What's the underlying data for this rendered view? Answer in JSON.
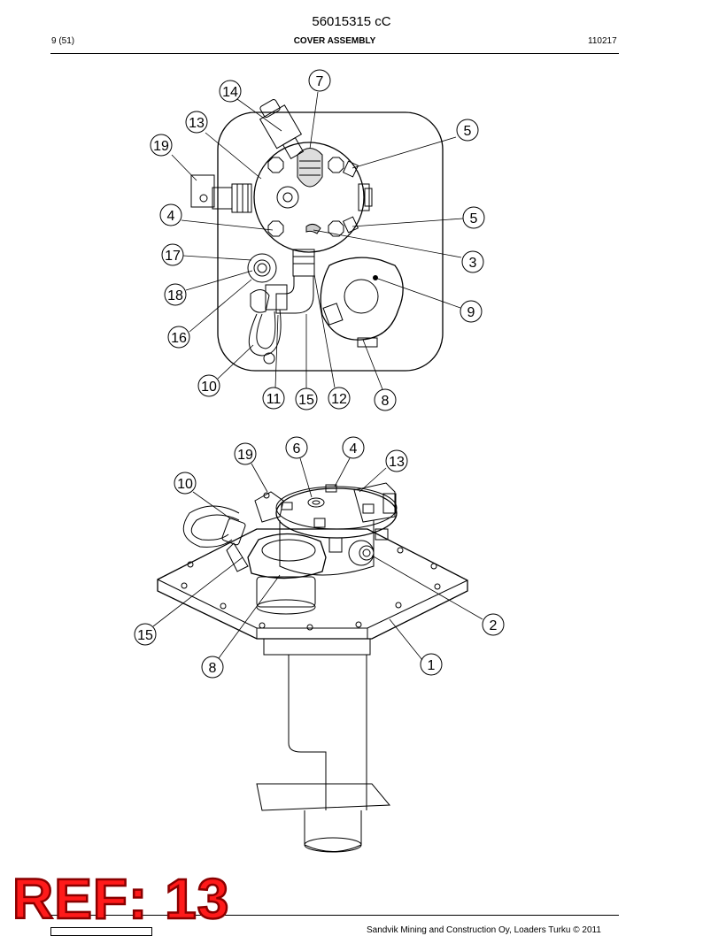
{
  "header": {
    "doc_number": "56015315 cC",
    "page": "9 (51)",
    "title": "COVER ASSEMBLY",
    "date_code": "110217"
  },
  "top_view": {
    "callouts": [
      "14",
      "7",
      "13",
      "19",
      "5",
      "4",
      "5",
      "17",
      "3",
      "18",
      "9",
      "16",
      "10",
      "11",
      "15",
      "12",
      "8"
    ]
  },
  "iso_view": {
    "callouts": [
      "19",
      "6",
      "4",
      "13",
      "10",
      "15",
      "8",
      "2",
      "1"
    ]
  },
  "footer": {
    "copyright": "Sandvik Mining and Construction Oy, Loaders Turku © 2011"
  },
  "stamp": {
    "text": "REF: 13"
  }
}
